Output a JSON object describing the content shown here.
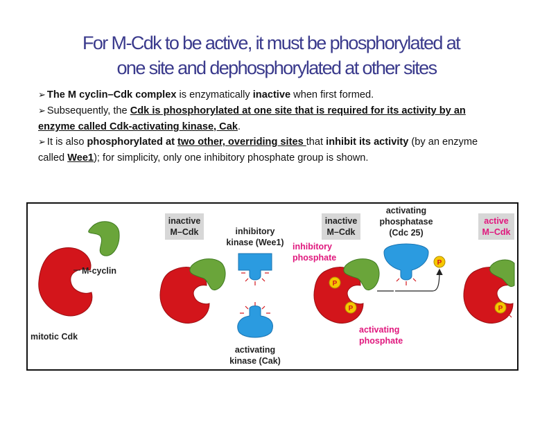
{
  "title": {
    "line1": "For M-Cdk to be active, it must be phosphorylated at",
    "line2": "one site and dephosphorylated at other  sites"
  },
  "bullets": [
    {
      "b1": "The M cyclin–Cdk complex",
      "t1": " is enzymatically ",
      "b2": "inactive",
      "t2": " when first formed."
    },
    {
      "t1": "Subsequently, the ",
      "b1": "Cdk is phosphorylated  at one site that is required for its activity by an enzyme called Cdk-activating kinase, Cak",
      "t2": "."
    },
    {
      "t1": "It is also ",
      "b1": "phosphorylated at ",
      "b2": "two other, overriding sites ",
      "t2": "that ",
      "b3": "inhibit its activity",
      "t3": " (by an enzyme called ",
      "b4": "Wee1",
      "t4": "); for simplicity, only one inhibitory phosphate group is shown."
    }
  ],
  "diagram": {
    "inactive_label_1_a": "inactive",
    "inactive_label_1_b": "M–Cdk",
    "inactive_label_2_a": "inactive",
    "inactive_label_2_b": "M–Cdk",
    "active_label_a": "active",
    "active_label_b": "M–Cdk",
    "m_cyclin": "M-cyclin",
    "mitotic_cdk": "mitotic Cdk",
    "wee1_a": "inhibitory",
    "wee1_b": "kinase (Wee1)",
    "cak_a": "activating",
    "cak_b": "kinase (Cak)",
    "inhib_phos_a": "inhibitory",
    "inhib_phos_b": "phosphate",
    "act_phos_a": "activating",
    "act_phos_b": "phosphate",
    "cdc25_a": "activating",
    "cdc25_b": "phosphatase",
    "cdc25_c": "(Cdc 25)",
    "p": "P",
    "colors": {
      "cdk_red": "#d3151b",
      "cyclin_green": "#6aa53a",
      "enzyme_blue": "#2b9be0",
      "label_pink": "#e0177d",
      "box_gray": "#d7d7d7",
      "phosphate_yellow": "#f6c800"
    }
  }
}
